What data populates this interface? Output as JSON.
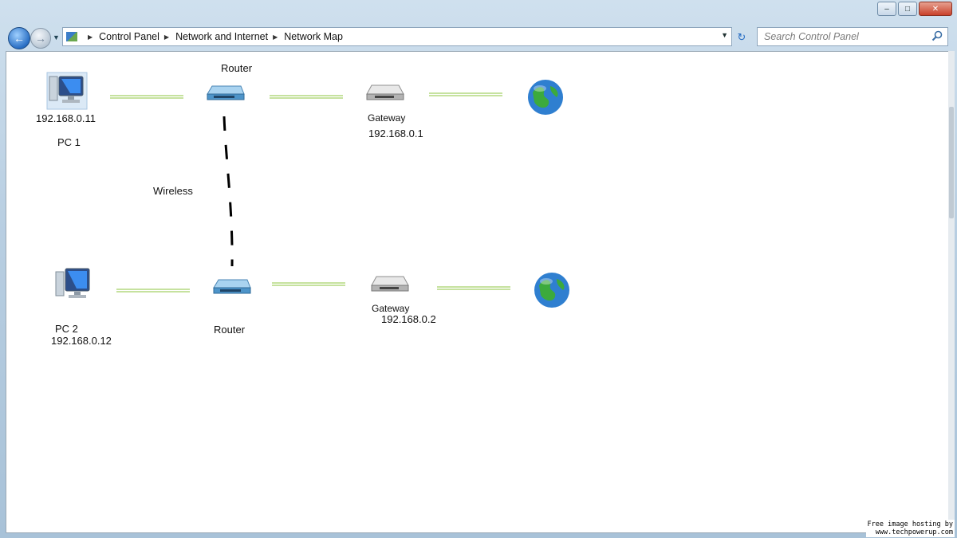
{
  "window": {
    "controls": [
      "–",
      "□",
      "✕"
    ]
  },
  "navigation": {
    "back_icon": "back-arrow-icon",
    "forward_icon": "forward-arrow-icon",
    "breadcrumb": [
      "Control Panel",
      "Network and Internet",
      "Network Map"
    ],
    "search_placeholder": "Search Control Panel"
  },
  "map": {
    "top_row": {
      "pc_ip": "192.168.0.11",
      "pc_name": "PC 1",
      "router_label": "Router",
      "gateway_label": "Gateway",
      "gateway_ip": "192.168.0.1"
    },
    "wireless_label": "Wireless",
    "bottom_row": {
      "pc_name": "PC 2",
      "pc_ip": "192.168.0.12",
      "router_label": "Router",
      "gateway_label": "Gateway",
      "gateway_ip": "192.168.0.2"
    },
    "wired_link_color": "#8cc63f",
    "wireless_link_color": "#000000"
  },
  "watermark": {
    "line1": "Free image hosting by",
    "line2": "www.techpowerup.com"
  }
}
